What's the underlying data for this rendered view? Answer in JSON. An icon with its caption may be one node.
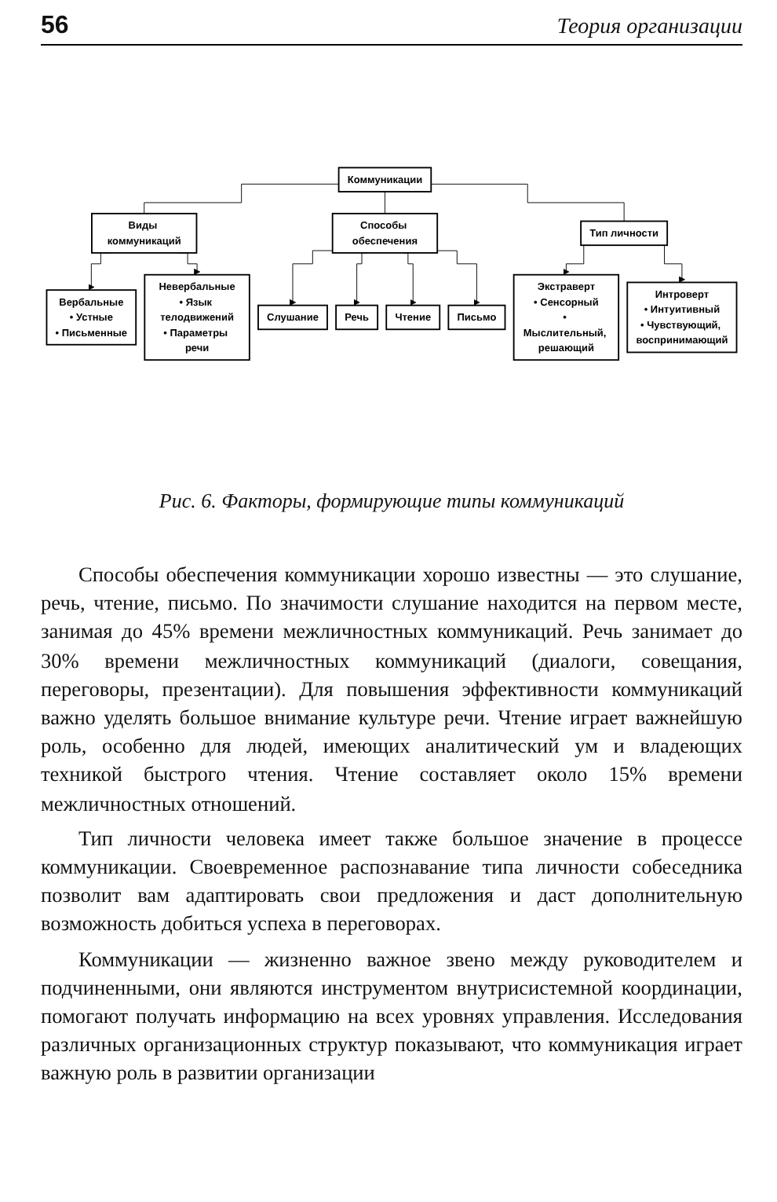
{
  "diagram": {
    "caption": "Рис. 6. Факторы, формирующие типы коммуникаций",
    "nodes": [
      {
        "text": [
          "Коммуникации"
        ]
      },
      {
        "text": [
          "Виды коммуникаций"
        ]
      },
      {
        "text": [
          "Способы обеспечения"
        ]
      },
      {
        "text": [
          "Тип личности"
        ]
      },
      {
        "text": [
          "Вербальные",
          "• Устные",
          "• Письменные"
        ]
      },
      {
        "text": [
          "Невербальные",
          "• Язык телодвижений",
          "• Параметры речи"
        ]
      },
      {
        "text": [
          "Слушание"
        ]
      },
      {
        "text": [
          "Речь"
        ]
      },
      {
        "text": [
          "Чтение"
        ]
      },
      {
        "text": [
          "Письмо"
        ]
      },
      {
        "text": [
          "Экстраверт",
          "• Сенсорный",
          "• Мыслительный, решающий"
        ]
      },
      {
        "text": [
          "Интроверт",
          "• Интуитивный",
          "• Чувствующий, воспринимающий"
        ]
      }
    ],
    "edges": [
      {
        "from": 0,
        "to": 1,
        "arrow": "none"
      },
      {
        "from": 0,
        "to": 2,
        "arrow": "none"
      },
      {
        "from": 0,
        "to": 3,
        "arrow": "none"
      },
      {
        "from": 1,
        "to": 4,
        "arrow": "to"
      },
      {
        "from": 1,
        "to": 5,
        "arrow": "to"
      },
      {
        "from": 2,
        "to": 6,
        "arrow": "to"
      },
      {
        "from": 2,
        "to": 7,
        "arrow": "to"
      },
      {
        "from": 2,
        "to": 8,
        "arrow": "to"
      },
      {
        "from": 2,
        "to": 9,
        "arrow": "to"
      },
      {
        "from": 3,
        "to": 10,
        "arrow": "to"
      },
      {
        "from": 3,
        "to": 11,
        "arrow": "to"
      }
    ],
    "labels": [
      "56",
      "Теория организации",
      "Способы обеспечения коммуникации хорошо известны — это слушание, речь, чтение, письмо. По значимости слушание находится на первом месте, занимая до 45% времени межличностных коммуникаций. Речь занимает до 30% времени межличностных коммуникаций (диалоги, совещания, переговоры, презентации). Для повышения эффективности коммуникаций важно уделять большое внимание культуре речи. Чтение играет важнейшую роль, особенно для людей, имеющих аналитический ум и владеющих техникой быстрого чтения. Чтение составляет около 15% времени межличностных отношений.",
      "Тип личности человека имеет также большое значение в процессе коммуникации. Своевременное распознавание типа личности собеседника позволит вам адаптировать свои предложения и даст дополнительную возможность добиться успеха в переговорах.",
      "Коммуникации — жизненно важное звено между руководителем и подчиненными, они являются инструментом внутрисистемной координации, помогают получать информацию на всех уровнях управления. Исследования различных организационных структур показывают, что коммуникация играет важную роль в развитии организации"
    ]
  }
}
